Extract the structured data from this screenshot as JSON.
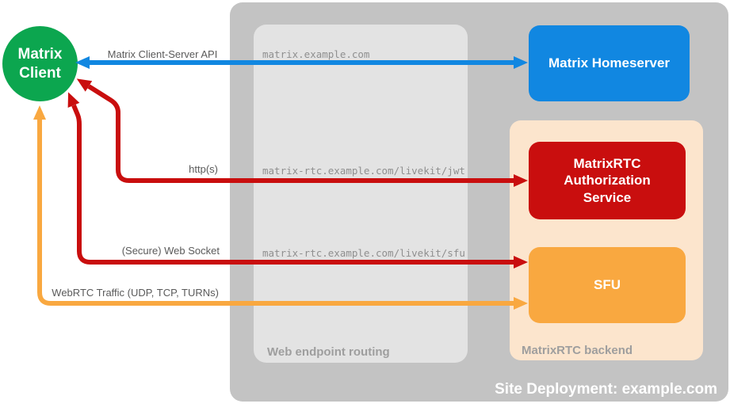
{
  "colors": {
    "green": "#0CA64F",
    "blue": "#1187E1",
    "red": "#C90E0E",
    "orange": "#F9A840",
    "peach": "#FCE5CD",
    "outer": "#C3C3C3",
    "inner": "#E3E3E3",
    "label-dark": "#5A5A5A",
    "label-mid": "#8F8F8F",
    "caption": "#9E9E9E"
  },
  "client": {
    "label": "Matrix Client"
  },
  "nodes": {
    "homeserver": "Matrix Homeserver",
    "auth_service": "MatrixRTC Authorization Service",
    "sfu": "SFU"
  },
  "containers": {
    "site": "Site Deployment: example.com",
    "routing": "Web endpoint routing",
    "backend": "MatrixRTC backend"
  },
  "flows": {
    "client_server_api": {
      "label": "Matrix Client-Server API",
      "endpoint": "matrix.example.com"
    },
    "http": {
      "label": "http(s)",
      "endpoint": "matrix-rtc.example.com/livekit/jwt"
    },
    "websocket": {
      "label": "(Secure) Web Socket",
      "endpoint": "matrix-rtc.example.com/livekit/sfu"
    },
    "webrtc": {
      "label": "WebRTC Traffic (UDP, TCP, TURNs)"
    }
  }
}
